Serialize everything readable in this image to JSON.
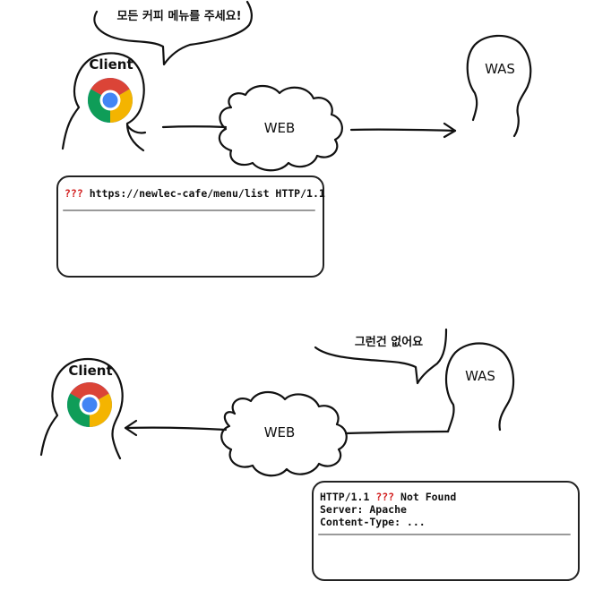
{
  "top": {
    "speech": "모든 커피 메뉴를 주세요!",
    "client_label": "Client",
    "web_label": "WEB",
    "was_label": "WAS",
    "request": {
      "method": "???",
      "rest": " https://newlec-cafe/menu/list HTTP/1.1"
    }
  },
  "bottom": {
    "speech": "그런건 없어요",
    "client_label": "Client",
    "web_label": "WEB",
    "was_label": "WAS",
    "response": {
      "status_prefix": "HTTP/1.1 ",
      "status_code": "???",
      "status_suffix": " Not Found",
      "header_server": "Server: Apache",
      "header_content_type": "Content-Type: ..."
    }
  },
  "colors": {
    "unknown_red": "#d21f1f",
    "chrome_red": "#db4437",
    "chrome_yellow": "#f4b400",
    "chrome_green": "#0f9d58",
    "chrome_blue": "#4285f4"
  },
  "icons": [
    "chrome-logo-icon",
    "arrow-right-icon",
    "arrow-left-icon",
    "cloud-icon"
  ]
}
